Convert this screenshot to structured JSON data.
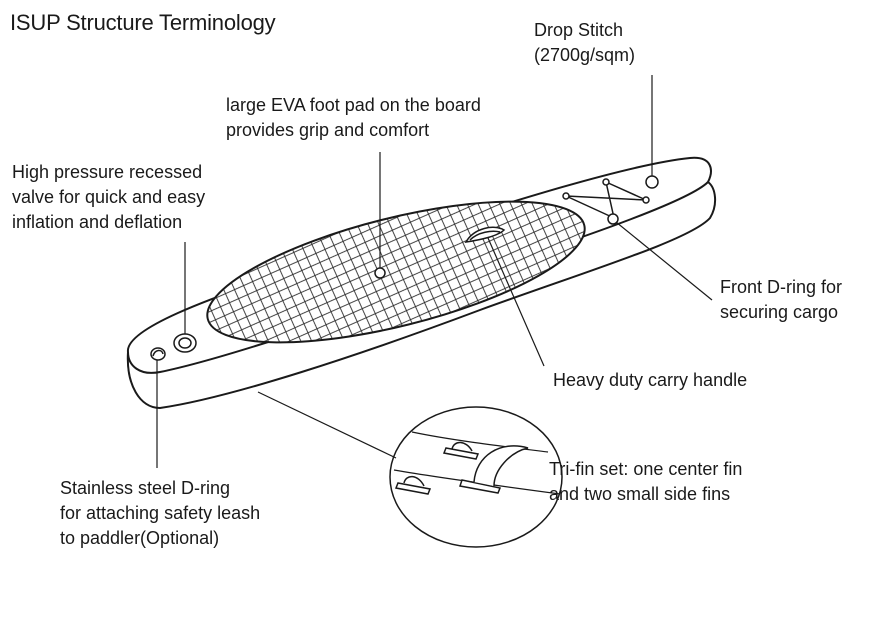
{
  "title": "ISUP Structure Terminology",
  "labels": {
    "drop_stitch": [
      "Drop Stitch",
      "(2700g/sqm)"
    ],
    "foot_pad": [
      "large EVA foot pad on the board",
      "provides grip and comfort"
    ],
    "valve": [
      "High pressure recessed",
      "valve for quick and easy",
      "inflation and deflation"
    ],
    "front_dring": [
      "Front D-ring for",
      "securing cargo"
    ],
    "carry_handle": [
      "Heavy duty carry handle"
    ],
    "fins": [
      "Tri-fin set: one center fin",
      "and two small side fins"
    ],
    "steel_dring": [
      "Stainless steel D-ring",
      "for attaching safety leash",
      "to paddler(Optional)"
    ]
  }
}
